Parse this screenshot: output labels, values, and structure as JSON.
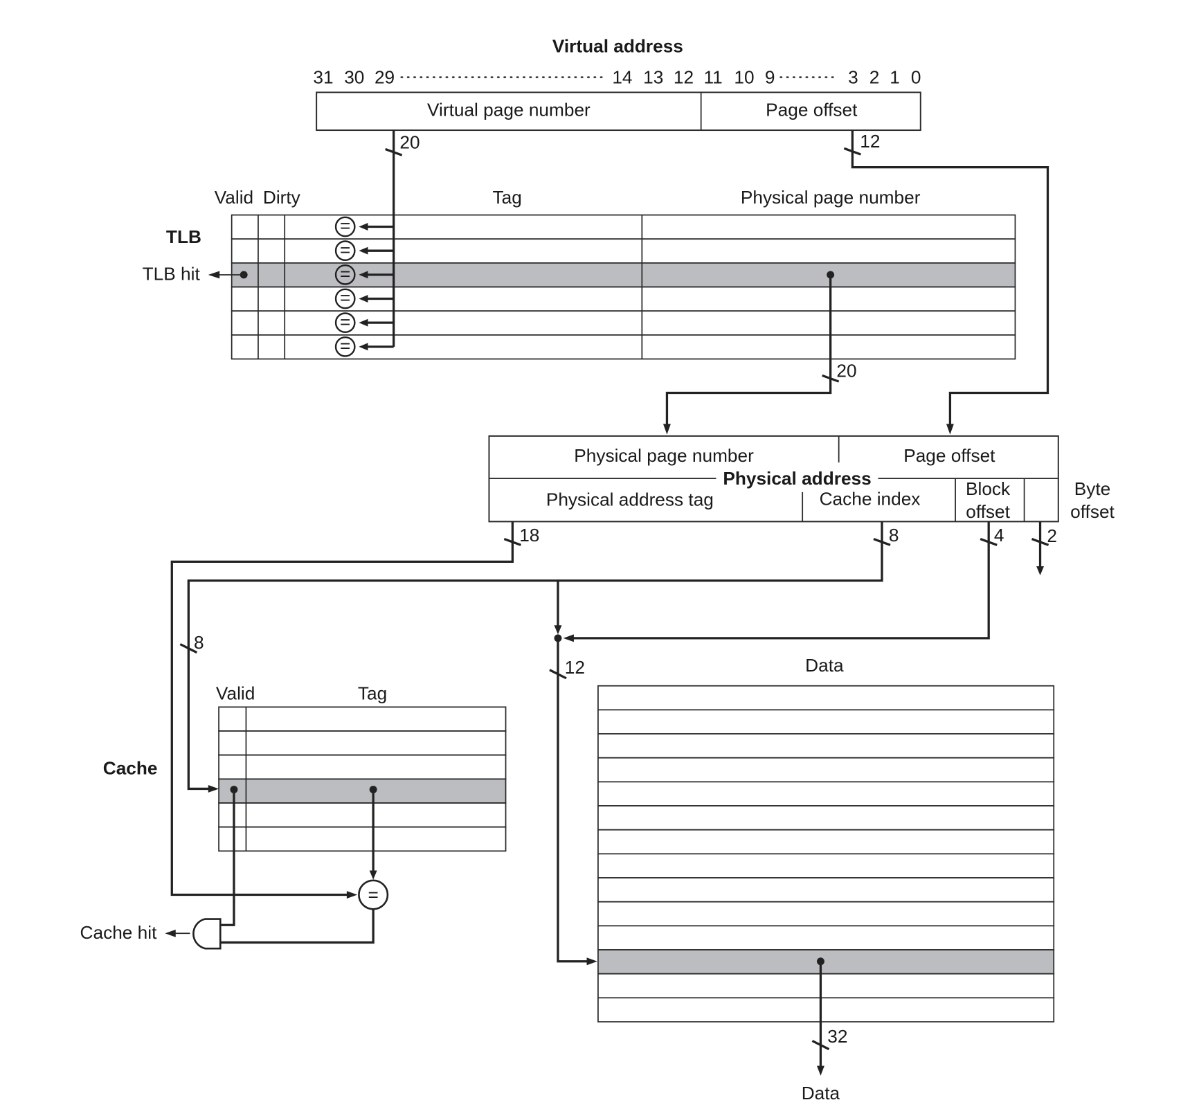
{
  "colors": {
    "line": "#222222",
    "highlight_row": "#bcbdc0",
    "background": "#ffffff"
  },
  "virtual_address": {
    "title": "Virtual address",
    "bit_labels_left": [
      "31",
      "30",
      "29"
    ],
    "bit_labels_mid": [
      "14",
      "13",
      "12",
      "11",
      "10",
      "9"
    ],
    "bit_labels_right": [
      "3",
      "2",
      "1",
      "0"
    ],
    "fields": [
      "Virtual page number",
      "Page offset"
    ],
    "widths": [
      "20",
      "12"
    ]
  },
  "tlb": {
    "label": "TLB",
    "hit_label": "TLB hit",
    "columns": [
      "Valid",
      "Dirty",
      "Tag",
      "Physical page number"
    ],
    "rows": 6,
    "hit_row": 2,
    "comparator_symbol": "=",
    "output_width": "20"
  },
  "physical_address": {
    "title": "Physical address",
    "top_fields": [
      "Physical page number",
      "Page offset"
    ],
    "bottom_fields": [
      "Physical address tag",
      "Cache index",
      "Block",
      "offset"
    ],
    "byte_offset_label": [
      "Byte",
      "offset"
    ],
    "widths": [
      "18",
      "8",
      "4",
      "2"
    ]
  },
  "cache": {
    "label": "Cache",
    "columns": [
      "Valid",
      "Tag"
    ],
    "rows": 6,
    "hit_row": 3,
    "index_width": "8",
    "comparator_symbol": "=",
    "hit_label": "Cache hit"
  },
  "data_array": {
    "title": "Data",
    "rows": 14,
    "selected_row": 11,
    "index_width": "12",
    "output_width": "32",
    "output_label": "Data"
  }
}
